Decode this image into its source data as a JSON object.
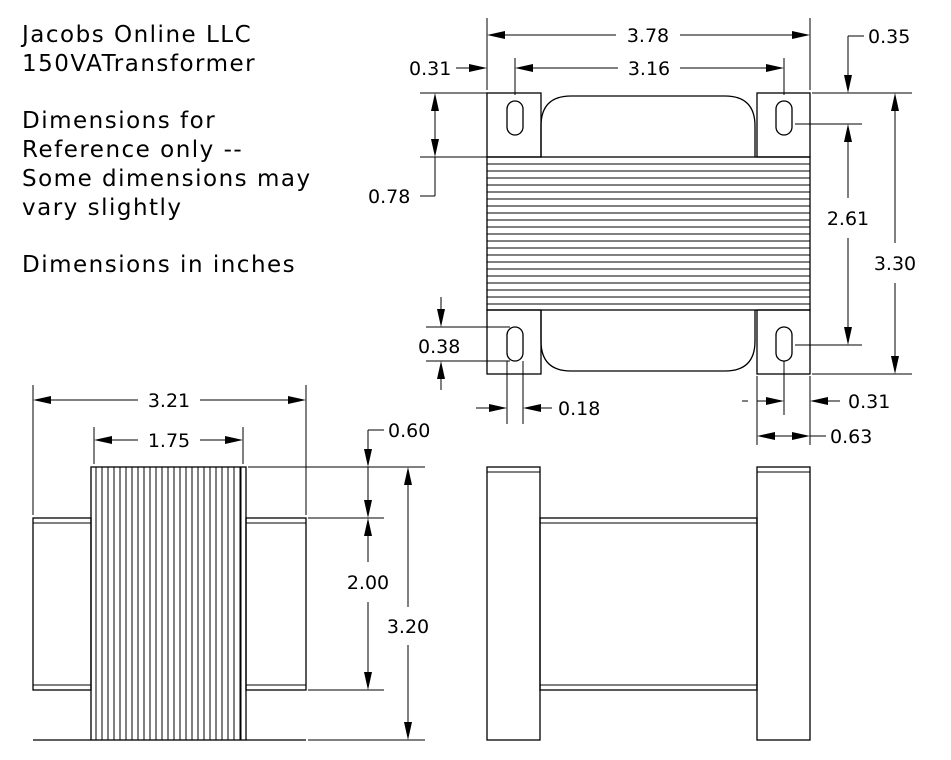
{
  "notes": {
    "company": "Jacobs Online LLC",
    "product": "150VATransformer",
    "disclaimer_1": "Dimensions for",
    "disclaimer_2": "Reference only --",
    "disclaimer_3": "Some dimensions may",
    "disclaimer_4": "vary slightly",
    "units": "Dimensions in inches"
  },
  "dimensions": {
    "top_overall_width": "3.78",
    "top_mount_hole_spacing": "3.16",
    "top_left_offset": "0.31",
    "top_right_offset": "0.35",
    "bracket_height": "0.78",
    "hole_vertical_spacing": "2.61",
    "top_overall_height": "3.30",
    "slot_length": "0.38",
    "slot_width": "0.18",
    "slot_edge_offset": "0.31",
    "foot_width": "0.63",
    "side_overall_width": "3.21",
    "side_core_width": "1.75",
    "side_top_offset": "0.60",
    "side_bracket_height": "2.00",
    "side_overall_height": "3.20"
  }
}
